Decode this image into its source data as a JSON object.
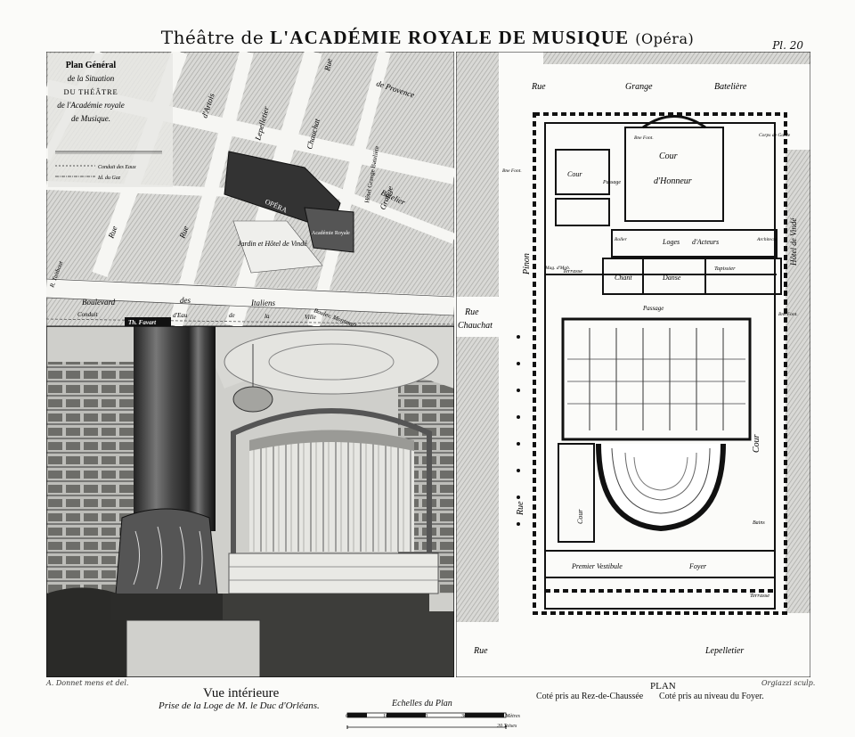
{
  "plate": {
    "title_prefix": "Théâtre de",
    "title_main": "L'ACADÉMIE ROYALE DE MUSIQUE",
    "title_suffix": "(Opéra)",
    "number": "Pl. 20"
  },
  "situation_map": {
    "legend_lines": [
      "Plan Général",
      "de la Situation",
      "DU THÉÂTRE",
      "de l'Académie royale",
      "de Musique."
    ],
    "legend_conduit_eaux": "Conduit des Eaux",
    "legend_conduit_gaz": "Id. du Gaz",
    "streets": {
      "rue": "Rue",
      "provence": "de Provence",
      "lepelletier": "Lepelletier",
      "chauchat": "Chauchat",
      "artois": "d'Artois",
      "taitbout": "R. Taitbout",
      "boulevard": "Boulevard",
      "des": "des",
      "italiens": "Italiens",
      "conduit": "Conduit",
      "eau": "d'Eau",
      "de": "de",
      "la": "la",
      "ville": "Ville",
      "batelier": "Batelier",
      "grange": "Grange",
      "boulevard_montmart": "Boulev. Montmart",
      "favart": "Th. Favart"
    },
    "buildings": {
      "opera": "OPÉRA",
      "academie": "Académie Royale",
      "jardin": "Jardin et Hôtel de Vindé",
      "hotel": "Hôtel Grange Batelière"
    }
  },
  "interior_view": {
    "caption": "Vue intérieure",
    "subcaption": "Prise de la Loge de M. le Duc d'Orléans.",
    "engraver_left": "A. Donnet mens et del.",
    "engraver_right": "Orgiazzi sculp."
  },
  "floor_plan": {
    "streets": {
      "rue": "Rue",
      "grange": "Grange",
      "bateliere": "Batelière",
      "pinon": "Pinon",
      "chauchat": "Chauchat",
      "lepelletier": "Lepelletier",
      "hotel_vinde": "Hôtel de Vindé"
    },
    "rooms": {
      "cour_honneur_1": "Cour",
      "cour_honneur_2": "d'Honneur",
      "cour": "Cour",
      "passage": "Passage",
      "loges": "Loges",
      "d_acteurs": "d'Acteurs",
      "chant": "Chant",
      "danse": "Danse",
      "tapissier": "Tapissier",
      "terrasse": "Terrasse",
      "premier_vestibule": "Premier Vestibule",
      "foyer": "Foyer",
      "corps_de_garde": "Corps de Garde",
      "architecte": "Architecte",
      "roller": "Roller",
      "mag_mob": "Mag. d'Mob.",
      "bains": "Bains",
      "bne_font": "Bne Font."
    },
    "caption": "PLAN",
    "note_left": "Coté pris au Rez-de-Chaussée",
    "note_right": "Coté pris au niveau du Foyer.",
    "scale_title": "Echelles du Plan",
    "scale_metre_ticks": [
      "0",
      "10",
      "20",
      "30",
      "40 Mètres"
    ],
    "scale_toise_label": "20 Toises"
  }
}
